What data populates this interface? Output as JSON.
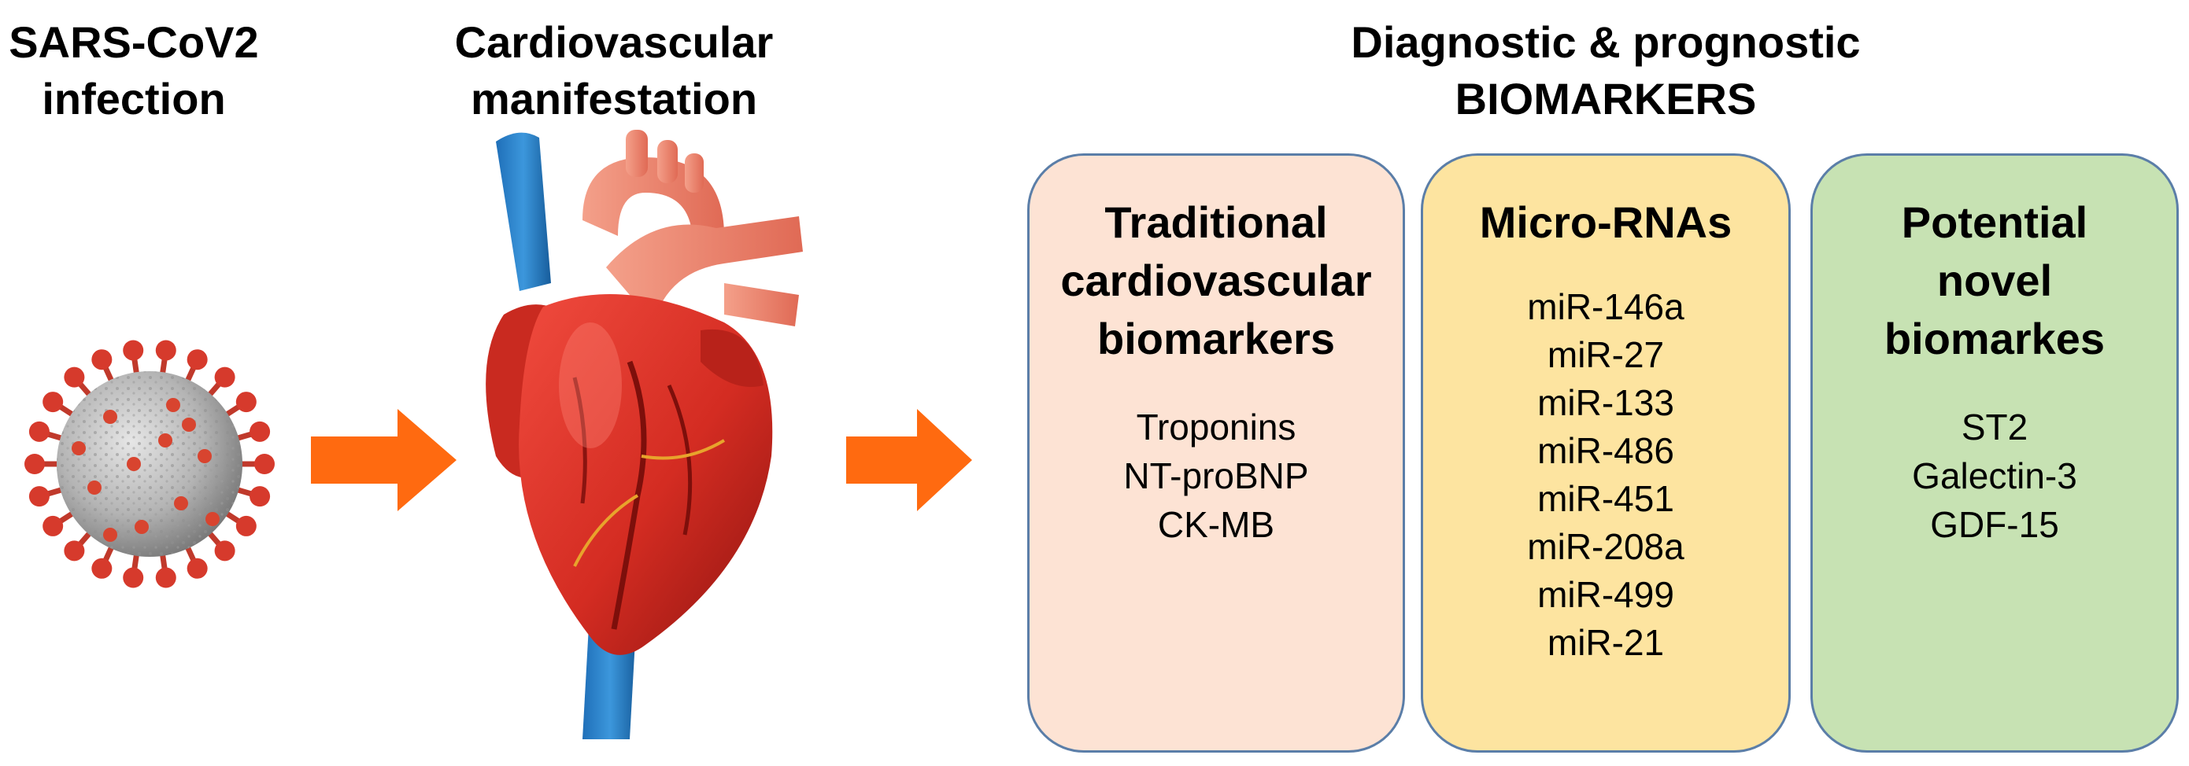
{
  "columns": {
    "infection": {
      "title_lines": [
        "SARS-CoV2",
        "infection"
      ],
      "image": "coronavirus-icon"
    },
    "manifestation": {
      "title_lines": [
        "Cardiovascular",
        "manifestation"
      ],
      "image": "heart-icon"
    },
    "biomarkers": {
      "title_lines": [
        "Diagnostic & prognostic",
        "BIOMARKERS"
      ]
    }
  },
  "arrows": [
    "arrow-right-icon",
    "arrow-right-icon"
  ],
  "boxes": [
    {
      "title_lines": [
        "Traditional",
        "cardiovascular",
        "biomarkers"
      ],
      "items": [
        "Troponins",
        "NT-proBNP",
        "CK-MB"
      ],
      "fill": "#fde3d4"
    },
    {
      "title_lines": [
        "Micro-RNAs"
      ],
      "items": [
        "miR-146a",
        "miR-27",
        "miR-133",
        "miR-486",
        "miR-451",
        "miR-208a",
        "miR-499",
        "miR-21"
      ],
      "fill": "#fde4a0"
    },
    {
      "title_lines": [
        "Potential",
        "novel",
        "biomarkes"
      ],
      "items": [
        "ST2",
        "Galectin-3",
        "GDF-15"
      ],
      "fill": "#c7e2b3"
    }
  ],
  "colors": {
    "arrow": "#ff6a10",
    "box_border": "#5b7ea8"
  }
}
